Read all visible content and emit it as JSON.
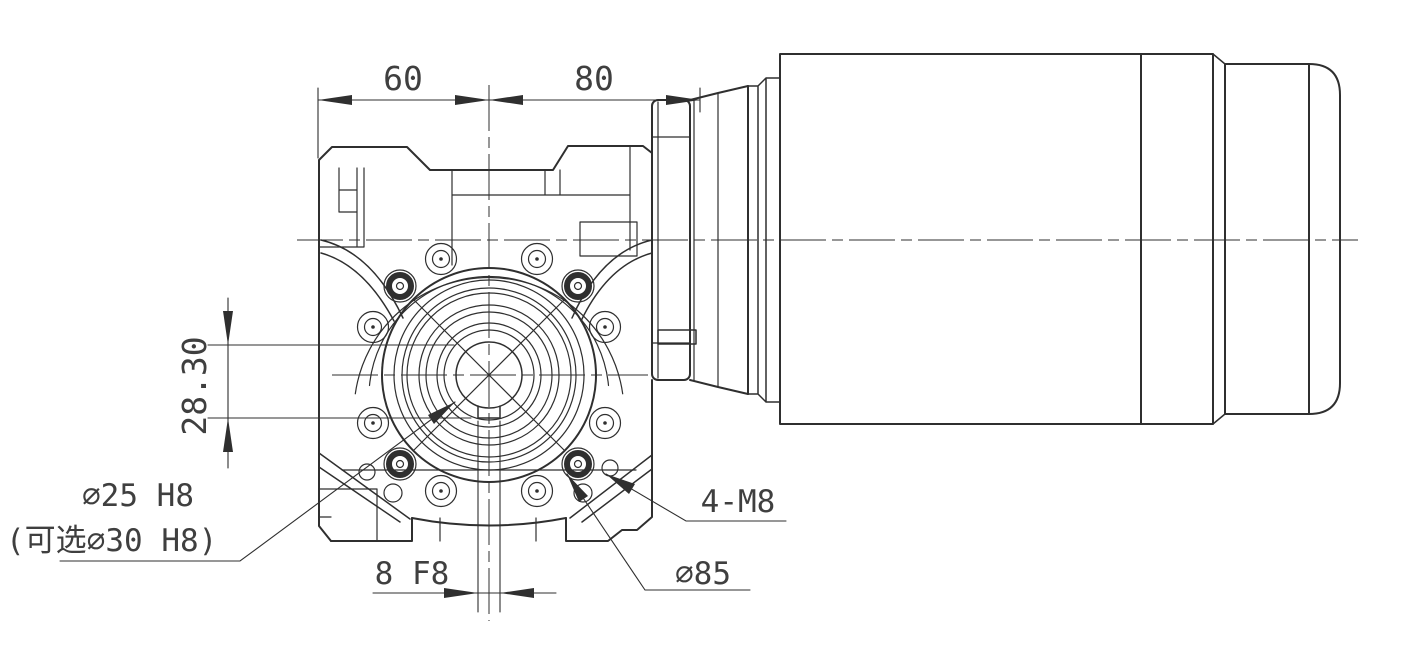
{
  "drawing": {
    "type": "engineering-drawing",
    "subject": "worm gearbox with motor, front and side orthographic views",
    "colors": {
      "background": "#ffffff",
      "line": "#2f2f2f",
      "text": "#3f3f3f"
    },
    "dimensions": {
      "flange_to_center": "60",
      "center_to_motor": "80",
      "bore_plus_keyway": "28.30",
      "keyway_width": "8 F8"
    },
    "labels": {
      "output_bore": "∅25 H8",
      "output_bore_option": "(可选∅30 H8)",
      "tapped_holes": "4-M8",
      "bolt_circle": "∅85"
    }
  }
}
